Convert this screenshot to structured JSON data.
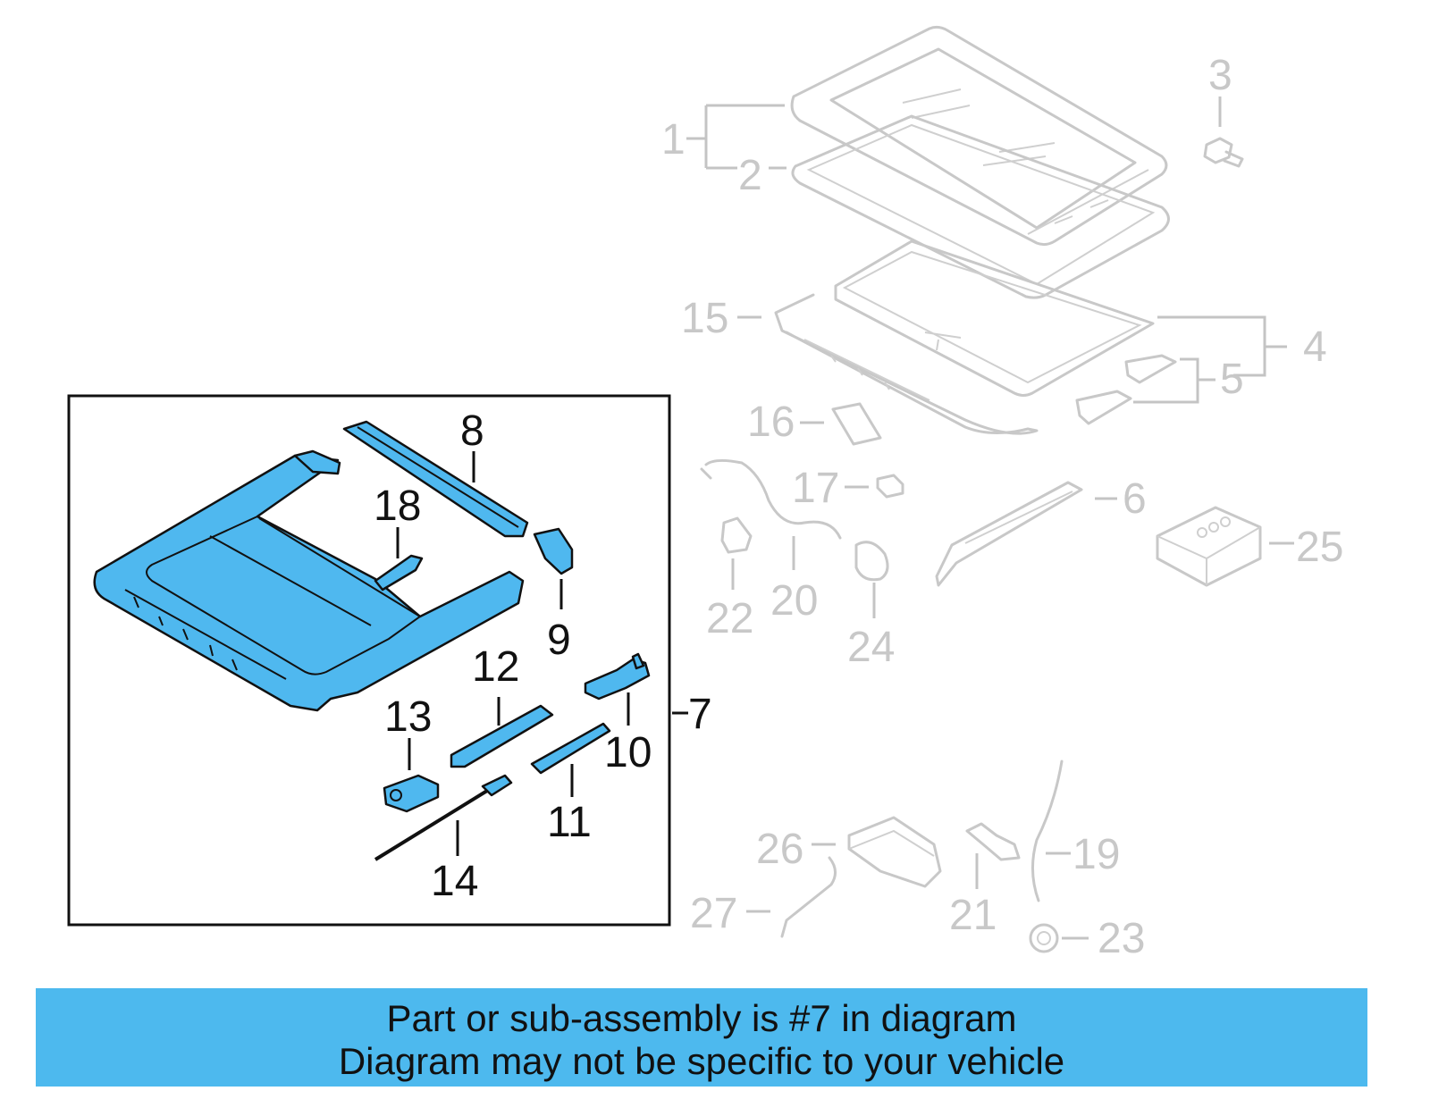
{
  "diagram": {
    "labels": {
      "1": "1",
      "2": "2",
      "3": "3",
      "4": "4",
      "5": "5",
      "6": "6",
      "7": "7",
      "8": "8",
      "9": "9",
      "10": "10",
      "11": "11",
      "12": "12",
      "13": "13",
      "14": "14",
      "15": "15",
      "16": "16",
      "17": "17",
      "18": "18",
      "19": "19",
      "20": "20",
      "21": "21",
      "22": "22",
      "23": "23",
      "24": "24",
      "25": "25",
      "26": "26",
      "27": "27"
    },
    "highlight_color": "#4fb8ef",
    "ghost_color": "#c8c8c8"
  },
  "caption": {
    "line1": "Part or sub-assembly is #7 in diagram",
    "line2": "Diagram may not be specific to your vehicle"
  }
}
